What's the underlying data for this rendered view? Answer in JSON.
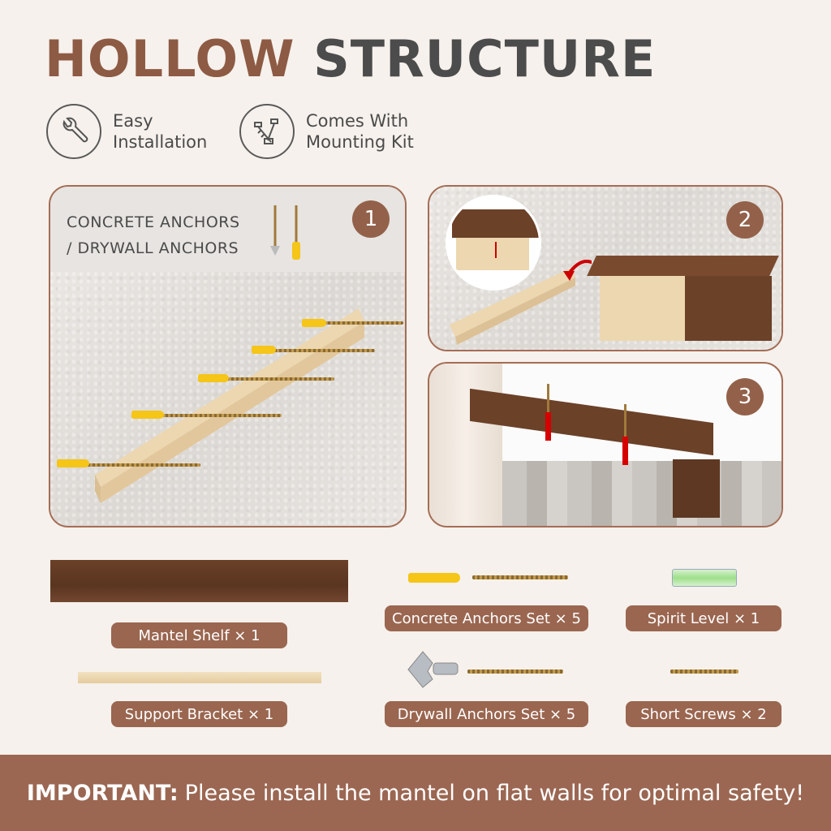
{
  "header": {
    "title_word1": "HOLLOW",
    "title_word2": "STRUCTURE"
  },
  "features": [
    {
      "icon": "wrench-icon",
      "label": "Easy\nInstallation"
    },
    {
      "icon": "screws-icon",
      "label": "Comes With\nMounting Kit"
    }
  ],
  "steps": {
    "step1": {
      "number": "1",
      "label": "CONCRETE ANCHORS\n/ DRYWALL ANCHORS"
    },
    "step2": {
      "number": "2"
    },
    "step3": {
      "number": "3"
    }
  },
  "parts": {
    "mantel_shelf": "Mantel Shelf × 1",
    "support_bracket": "Support Bracket × 1",
    "concrete_anchors": "Concrete Anchors Set × 5",
    "drywall_anchors": "Drywall Anchors Set × 5",
    "spirit_level": "Spirit Level × 1",
    "short_screws": "Short Screws × 2"
  },
  "banner": {
    "strong": "IMPORTANT:",
    "text": "Please install the mantel on flat walls for optimal safety!"
  },
  "colors": {
    "accent": "#9b6752",
    "title_brown": "#8d5a44",
    "wood_dark": "#6b4128",
    "wood_light": "#ecd7b0"
  }
}
